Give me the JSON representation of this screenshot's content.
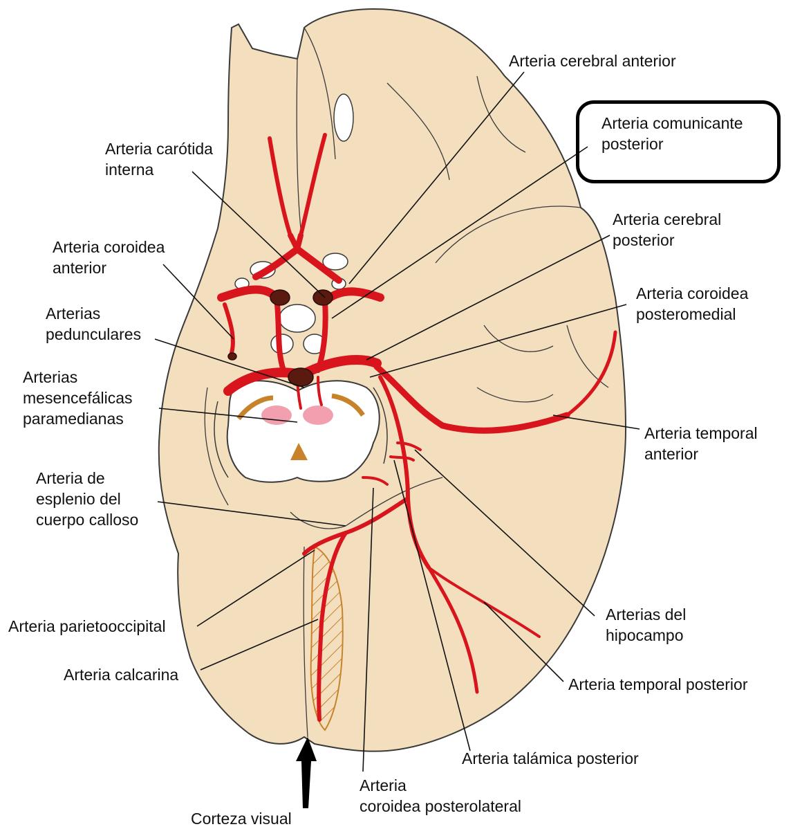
{
  "diagram": {
    "colors": {
      "brain": "#f3dfbe",
      "brain_outline": "#3a3a3a",
      "artery": "#d8141c",
      "artery_dark": "#5a1a10",
      "midbrain": "#ffffff",
      "nucleus": "#f2a0b0",
      "accent": "#c8822a"
    },
    "labels": {
      "cerebral_anterior": "Arteria cerebral anterior",
      "comunicante_posterior": [
        "Arteria comunicante",
        "posterior"
      ],
      "carotida_interna": [
        "Arteria carótida",
        "interna"
      ],
      "cerebral_posterior": [
        "Arteria cerebral",
        "posterior"
      ],
      "coroidea_anterior": [
        "Arteria coroidea",
        "anterior"
      ],
      "coroidea_posteromedial": [
        "Arteria coroidea",
        "posteromedial"
      ],
      "pedunculares": [
        "Arterias",
        "pedunculares"
      ],
      "mesencefalicas": [
        "Arterias",
        "mesencefálicas",
        "paramedianas"
      ],
      "temporal_anterior": [
        "Arteria temporal",
        "anterior"
      ],
      "esplenio": [
        "Arteria de",
        "esplenio del",
        "cuerpo calloso"
      ],
      "parietooccipital": "Arteria parietooccipital",
      "hipocampo": [
        "Arterias del",
        "hipocampo"
      ],
      "calcarina": "Arteria calcarina",
      "temporal_posterior": "Arteria temporal posterior",
      "talamica_posterior": "Arteria talámica posterior",
      "coroidea_posterolateral": [
        "Arteria",
        "coroidea posterolateral"
      ],
      "corteza_visual": "Corteza visual"
    }
  }
}
